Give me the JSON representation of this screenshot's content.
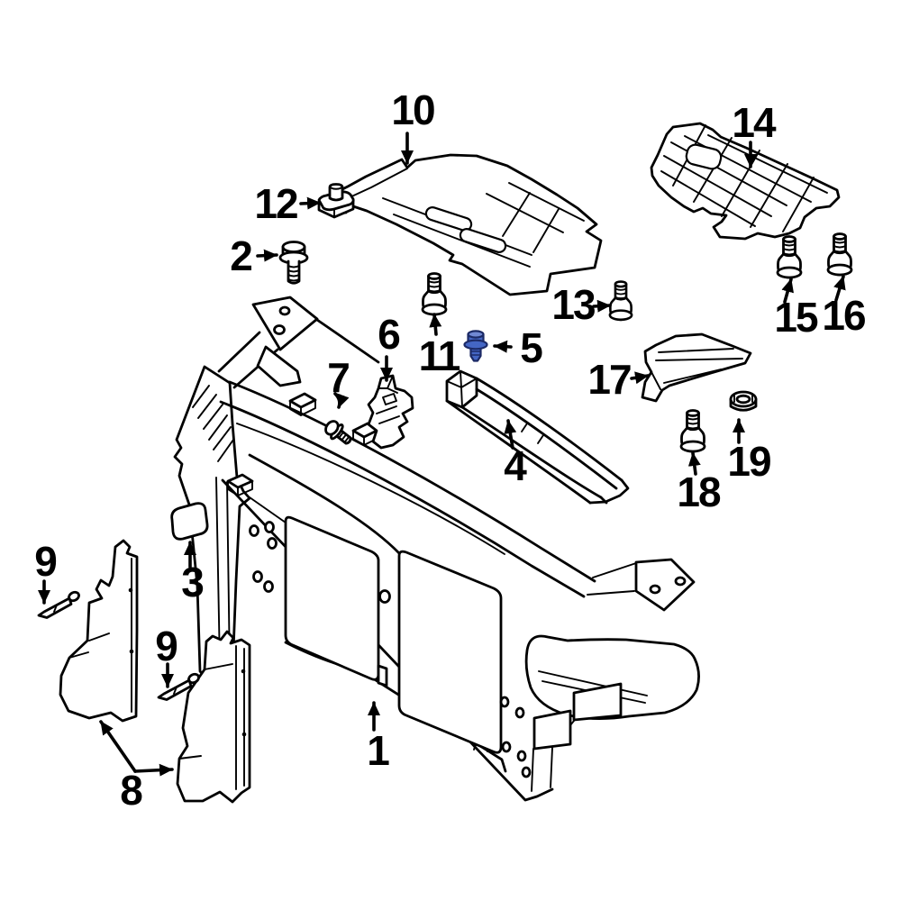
{
  "diagram": {
    "type": "exploded-parts-diagram",
    "subject": "radiator-core-support-assembly",
    "background_color": "#ffffff",
    "line_color": "#000000",
    "highlight_color": "#4466c4",
    "highlight_color_light": "#7189d4",
    "highlighted_callout": "5"
  },
  "callouts": [
    {
      "label": "10"
    },
    {
      "label": "12"
    },
    {
      "label": "2"
    },
    {
      "label": "14"
    },
    {
      "label": "13"
    },
    {
      "label": "11"
    },
    {
      "label": "5"
    },
    {
      "label": "6"
    },
    {
      "label": "7"
    },
    {
      "label": "17"
    },
    {
      "label": "15"
    },
    {
      "label": "16"
    },
    {
      "label": "4"
    },
    {
      "label": "18"
    },
    {
      "label": "19"
    },
    {
      "label": "1"
    },
    {
      "label": "3"
    },
    {
      "label": "9"
    },
    {
      "label": "9"
    },
    {
      "label": "8"
    }
  ]
}
